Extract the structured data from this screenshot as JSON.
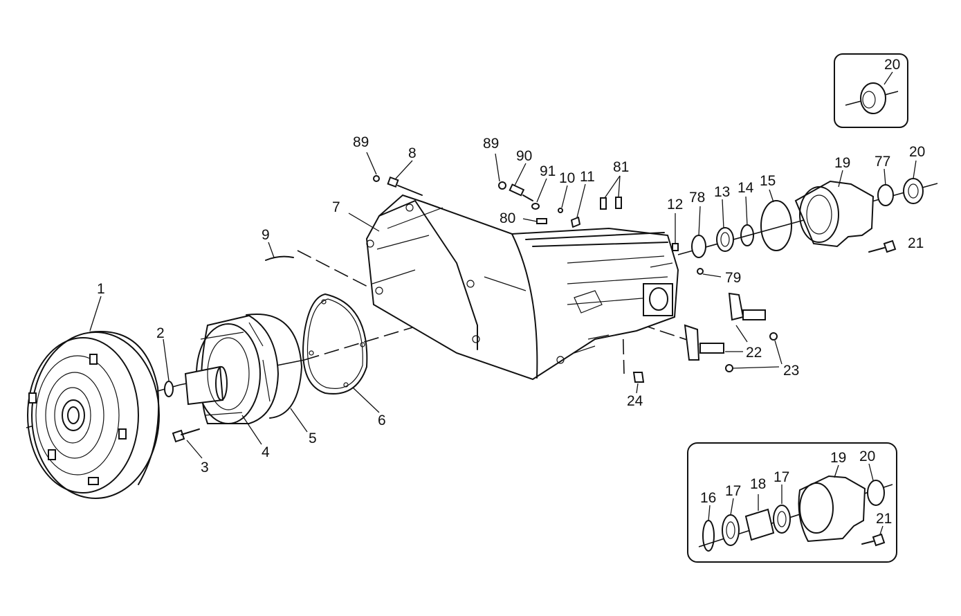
{
  "callouts": {
    "c1": "1",
    "c2": "2",
    "c3": "3",
    "c4": "4",
    "c5": "5",
    "c6": "6",
    "c7": "7",
    "c8": "8",
    "c9": "9",
    "c89a": "89",
    "c89b": "89",
    "c90": "90",
    "c91": "91",
    "c10": "10",
    "c11": "11",
    "c81": "81",
    "c80": "80",
    "c12": "12",
    "c78": "78",
    "c13": "13",
    "c14": "14",
    "c15": "15",
    "c19": "19",
    "c77": "77",
    "c20": "20",
    "c21": "21",
    "c79": "79",
    "c22": "22",
    "c23": "23",
    "c24": "24"
  },
  "inset_top": {
    "c20": "20"
  },
  "inset_bottom": {
    "c16": "16",
    "c17a": "17",
    "c18": "18",
    "c17b": "17",
    "c19": "19",
    "c20": "20",
    "c21": "21"
  }
}
